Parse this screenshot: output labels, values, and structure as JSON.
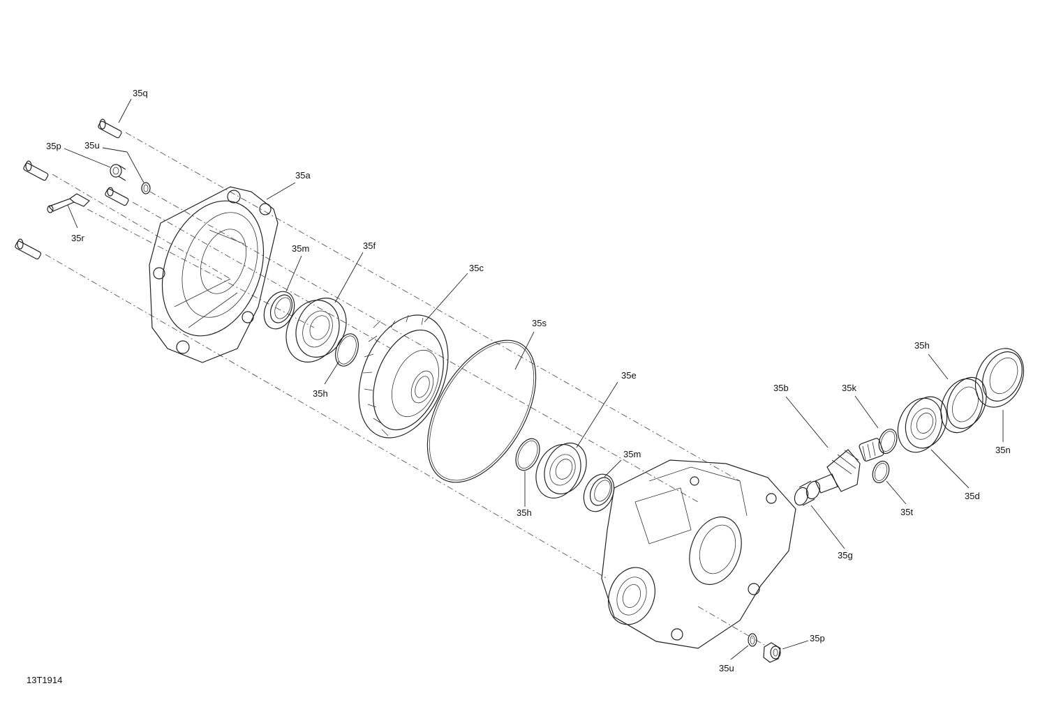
{
  "labels": {
    "35q": "35q",
    "35p_top": "35p",
    "35u_top": "35u",
    "35a": "35a",
    "35r": "35r",
    "35m_left": "35m",
    "35f": "35f",
    "35c": "35c",
    "35h_left": "35h",
    "35s": "35s",
    "35e": "35e",
    "35m_right": "35m",
    "35h_center": "35h",
    "35b": "35b",
    "35k": "35k",
    "35h_right": "35h",
    "35n": "35n",
    "35d": "35d",
    "35t": "35t",
    "35g": "35g",
    "35p_bottom": "35p",
    "35u_bottom": "35u"
  },
  "figure_code": "13T1914"
}
